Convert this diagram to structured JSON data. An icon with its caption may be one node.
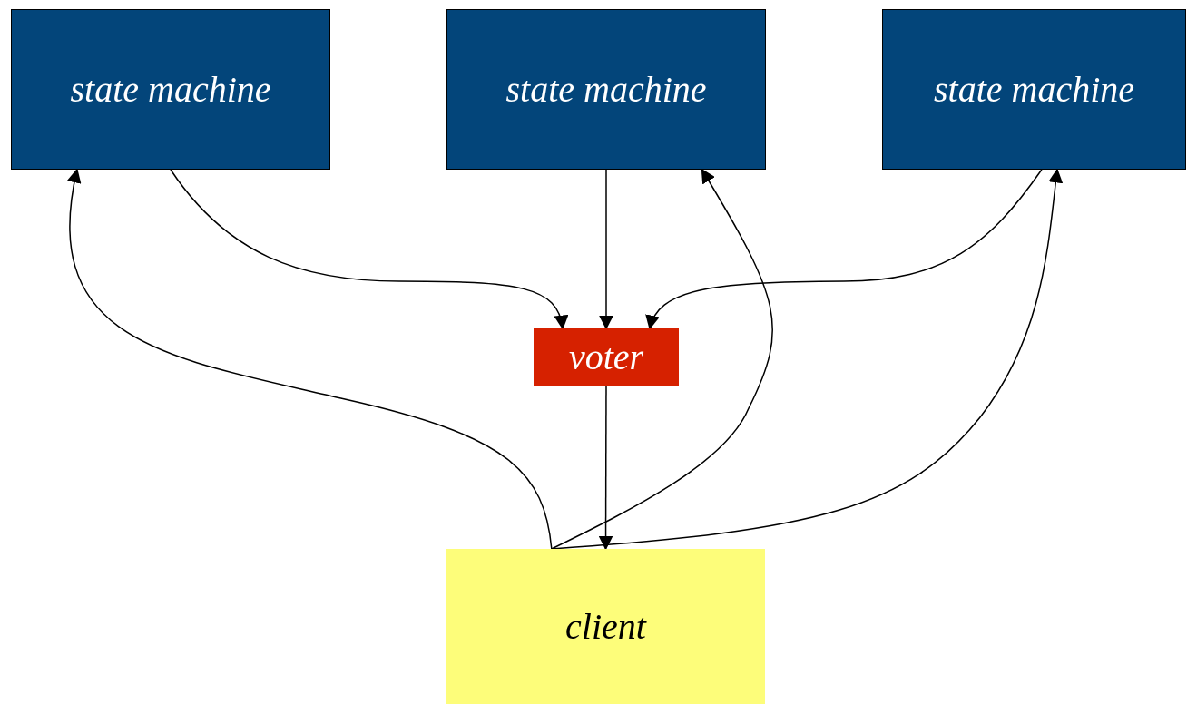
{
  "diagram": {
    "nodes": [
      {
        "text": [
          "state machine"
        ]
      },
      {
        "text": [
          "state machine"
        ]
      },
      {
        "text": [
          "state machine"
        ]
      },
      {
        "text": [
          "voter"
        ]
      },
      {
        "text": [
          "client"
        ]
      }
    ],
    "edges": [
      {
        "from": 0,
        "to": 3,
        "arrow": "to"
      },
      {
        "from": 4,
        "to": 0,
        "arrow": "to"
      },
      {
        "from": 1,
        "to": 3,
        "arrow": "to"
      },
      {
        "from": 4,
        "to": 1,
        "arrow": "to"
      },
      {
        "from": 2,
        "to": 3,
        "arrow": "to"
      },
      {
        "from": 4,
        "to": 2,
        "arrow": "to"
      },
      {
        "from": 3,
        "to": 4,
        "arrow": "to"
      }
    ]
  }
}
